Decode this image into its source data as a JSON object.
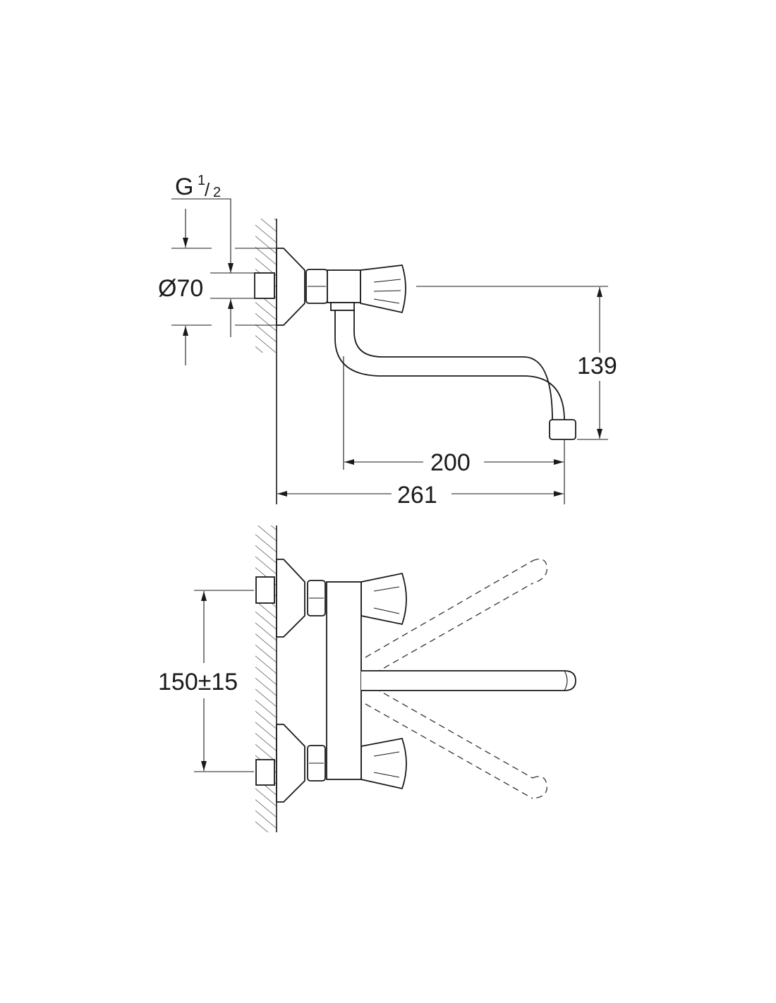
{
  "drawing": {
    "top_view": {
      "thread_label": "G",
      "thread_fraction_num": "1",
      "thread_fraction_den": "2",
      "diameter_label": "Ø70",
      "height_dim": "139",
      "spout_reach_dim": "200",
      "total_depth_dim": "261"
    },
    "front_view": {
      "center_distance_dim": "150±15"
    }
  },
  "colors": {
    "line": "#1a1a1a",
    "background": "#ffffff"
  }
}
